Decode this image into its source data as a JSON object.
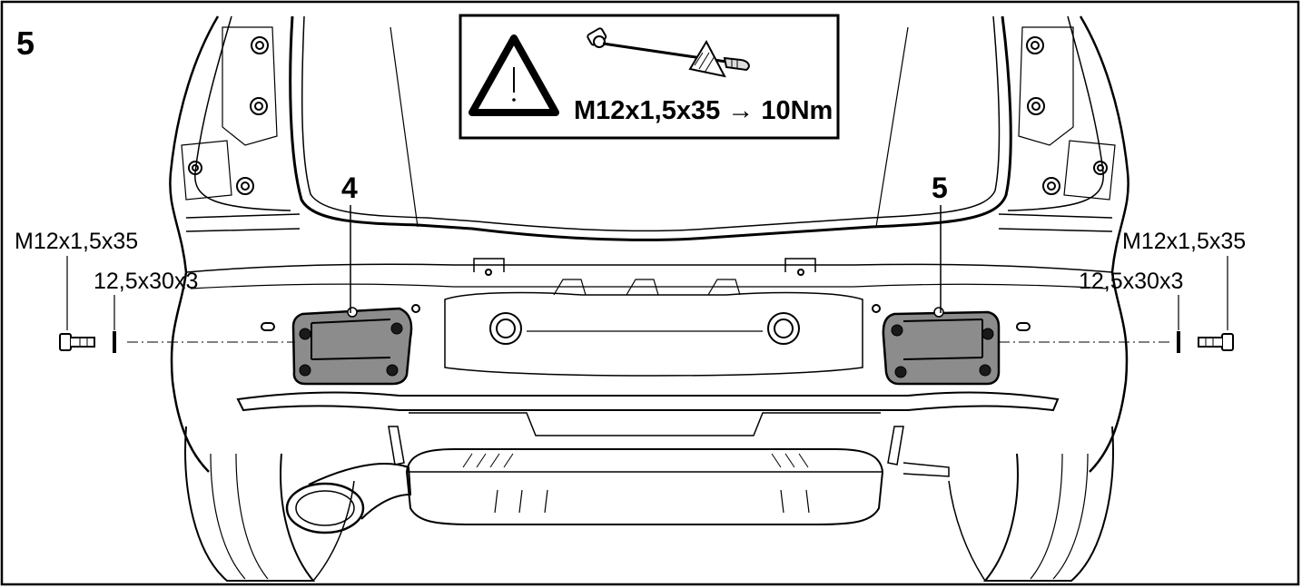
{
  "step_number": "5",
  "warning": {
    "icon": "warning-triangle-icon",
    "tool_icon": "torque-wrench-icon",
    "spec": "M12x1,5x35 → 10Nm"
  },
  "callouts": {
    "left_part": "4",
    "right_part": "5"
  },
  "fasteners": {
    "left_bolt": "M12x1,5x35",
    "left_washer": "12,5x30x3",
    "right_bolt": "M12x1,5x35",
    "right_washer": "12,5x30x3"
  },
  "colors": {
    "line": "#000000",
    "plate_fill": "#8c8c8c",
    "background": "#ffffff"
  }
}
